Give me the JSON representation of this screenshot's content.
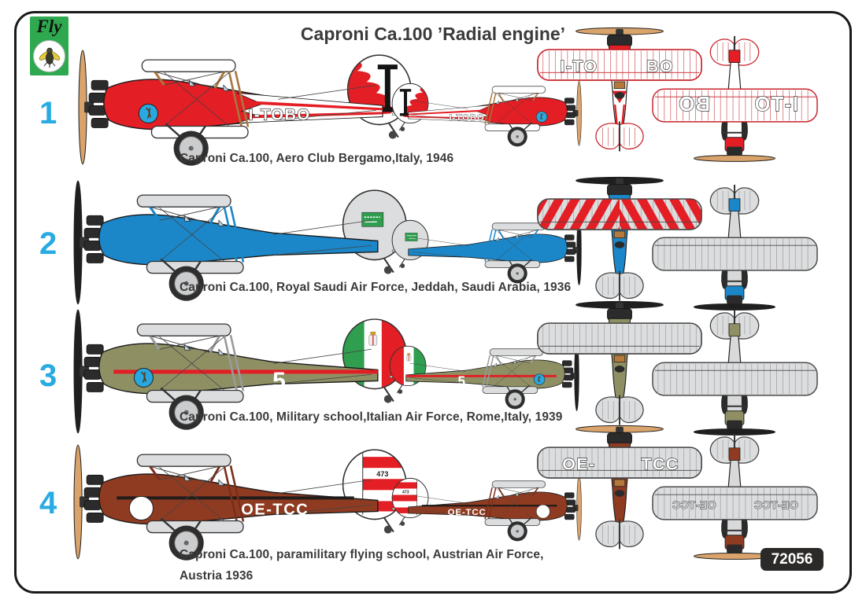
{
  "header": {
    "brand": "Fly",
    "title": "Caproni Ca.100 ’Radial engine’",
    "kit_number": "72056",
    "logo_background": "#2ea94f"
  },
  "palette": {
    "accent_number_blue": "#29abe2",
    "text_dark": "#3b3b3c",
    "badge_dark": "#2b2a29",
    "linen_gray": "#dcddde",
    "outline_dark": "#4a4a4a"
  },
  "schemes": [
    {
      "number": "1",
      "caption": "Caproni Ca.100, Aero Club Bergamo,Italy, 1946",
      "caption_line2": "",
      "registration": "I-TOBO",
      "top_wing_text": {
        "left": "I-TO",
        "right": "BO"
      },
      "bottom_wing_text": {
        "left": "BO",
        "right": "I-TO",
        "mirrored": true
      },
      "tail_text": "",
      "tail_marking": "roman-I-black-on-white-with-red-flames",
      "nose_marking": "blue-roundel",
      "wing_pattern": "none",
      "livery": "red-white-flash",
      "reg_style": "outline",
      "colors": {
        "fuselage": "#e31e24",
        "wings": "#ffffff",
        "wing_outline": "#c8242b",
        "wing_ribs": "#d0565c",
        "propeller": "#d9a36b",
        "struts": "#a9763f",
        "tail_base": "#ffffff",
        "stripe": "#e31e24"
      }
    },
    {
      "number": "2",
      "caption": "Caproni Ca.100, Royal Saudi Air Force, Jeddah, Saudi Arabia, 1936",
      "caption_line2": "",
      "registration": "",
      "top_wing_text": {
        "left": "",
        "right": ""
      },
      "bottom_wing_text": {
        "left": "",
        "right": "",
        "mirrored": false
      },
      "tail_text": "",
      "tail_marking": "saudi-flag-green",
      "nose_marking": "none",
      "wing_pattern": "red-diagonal-stripes",
      "livery": "plain",
      "reg_style": "none",
      "colors": {
        "fuselage": "#1b87c9",
        "wings": "#dcddde",
        "wing_outline": "#4a4a4a",
        "wing_ribs": "#9c9d9e",
        "propeller": "#1f1f1f",
        "struts": "#1b87c9",
        "tail_base": "#dcddde",
        "stripe": "#e31e24"
      }
    },
    {
      "number": "3",
      "caption": "Caproni Ca.100, Military school,Italian Air Force,  Rome,Italy, 1939",
      "caption_line2": "",
      "registration": "5",
      "top_wing_text": {
        "left": "",
        "right": ""
      },
      "bottom_wing_text": {
        "left": "",
        "right": "",
        "mirrored": false
      },
      "tail_text": "",
      "tail_marking": "italian-tricolor-savoy-crest",
      "nose_marking": "blue-roundel",
      "wing_pattern": "none",
      "livery": "red-side-stripe",
      "reg_style": "white",
      "colors": {
        "fuselage": "#8e9064",
        "wings": "#dcddde",
        "wing_outline": "#4a4a4a",
        "wing_ribs": "#9c9d9e",
        "propeller": "#1f1f1f",
        "struts": "#9a9b9c",
        "tail_base": "#ffffff",
        "stripe": "#e21e25"
      }
    },
    {
      "number": "4",
      "caption": "Caproni Ca.100, paramilitary flying school, Austrian Air Force,",
      "caption_line2": "Austria 1936",
      "registration": "OE-TCC",
      "top_wing_text": {
        "left": "OE-",
        "right": "TCC"
      },
      "bottom_wing_text": {
        "left": "OE-TCC",
        "right": "OE-TCC",
        "mirrored": true
      },
      "tail_text": "473",
      "tail_marking": "red-white-horizontal-stripes",
      "nose_marking": "white-disc",
      "wing_pattern": "none",
      "livery": "dark-top-stripe",
      "reg_style": "white",
      "colors": {
        "fuselage": "#8f3b21",
        "wings": "#dcddde",
        "wing_outline": "#4a4a4a",
        "wing_ribs": "#9c9d9e",
        "propeller": "#d9a36b",
        "struts": "#7a2f1a",
        "tail_base": "#ffffff",
        "stripe": "#e31e24"
      }
    }
  ]
}
